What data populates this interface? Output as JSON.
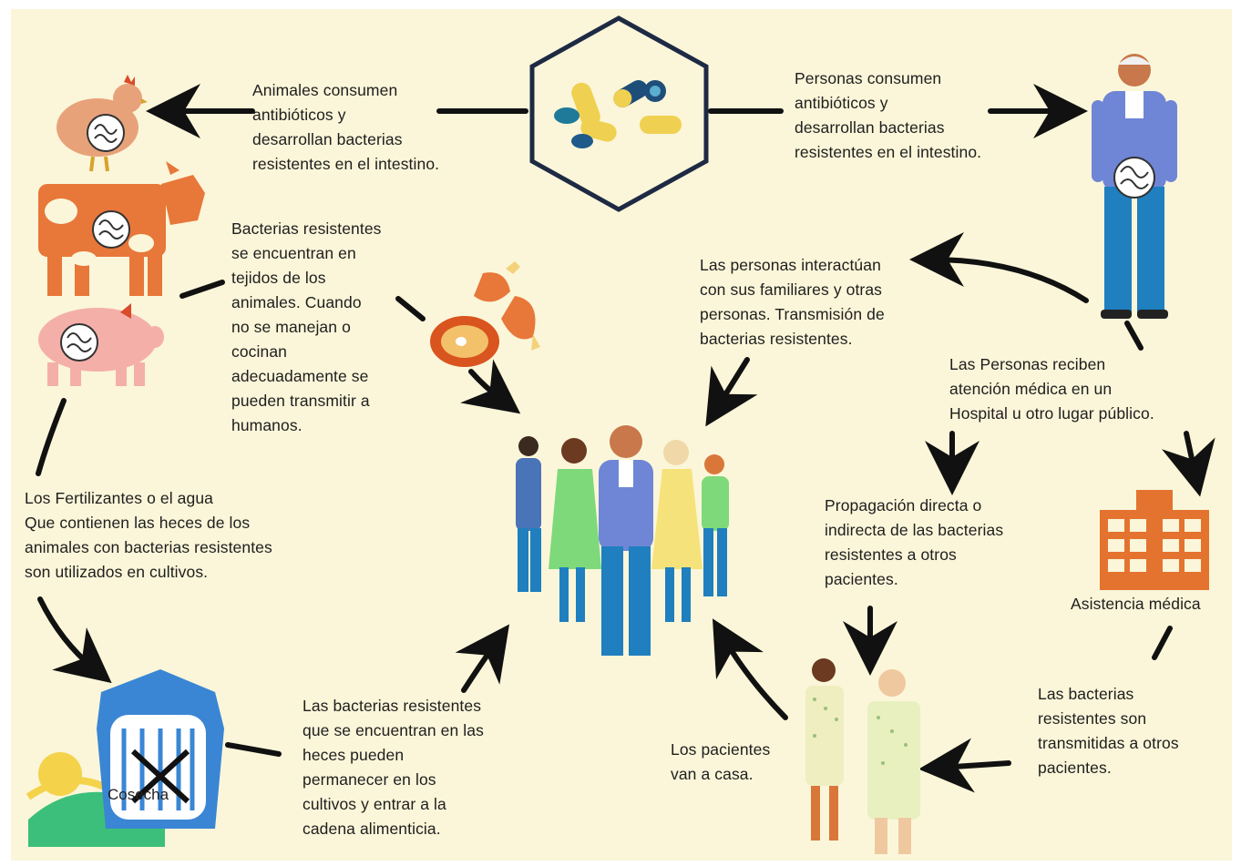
{
  "texts": {
    "animales_consumen": "Animales consumen\nantibióticos  y\ndesarrollan bacterias\nresistentes en el intestino.",
    "personas_consumen": "Personas consumen\nantibióticos y\ndesarrollan bacterias\nresistentes en el intestino.",
    "bacterias_tejidos": "Bacterias resistentes\nse encuentran en\ntejidos de los\nanimales. Cuando\n no se manejan o\ncocinan\nadecuadamente se\npueden transmitir a\nhumanos.",
    "personas_interactuan": "Las personas interactúan\ncon sus familiares y otras\npersonas.  Transmisión de\nbacterias resistentes.",
    "atencion_medica": "Las Personas  reciben\n atención médica en  un\nHospital u otro lugar público.",
    "fertilizantes": "Los Fertilizantes o el  agua\nQue contienen las heces de los\nanimales con bacterias resistentes\nson utilizados en cultivos.",
    "propagacion": "Propagación directa o\nindirecta de las bacterias\nresistentes a otros\npacientes.",
    "asistencia_medica": "Asistencia médica",
    "bacterias_heces": "Las bacterias resistentes\nque se encuentran en las\nheces pueden\npermanecer en los\ncultivos y entrar a la\ncadena alimenticia.",
    "pacientes_casa": "Los pacientes\nvan a casa.",
    "transmitidas": "Las bacterias\nresistentes son\ntransmitidas a otros\npacientes.",
    "cosecha": "Cosecha"
  },
  "icons": {
    "pills": "antibiotic-pills-icon",
    "chicken": "chicken-icon",
    "cow": "cow-icon",
    "pig": "pig-icon",
    "man": "man-icon",
    "meat": "meat-icon",
    "people": "people-group-icon",
    "hospital": "hospital-icon",
    "patients": "patients-icon",
    "farm": "farm-barn-icon"
  },
  "colors": {
    "background": "#fbf6d9",
    "arrow": "#111111",
    "animal_orange": "#e8773a",
    "pig_pink": "#f4b0a8",
    "shirt_blue": "#6f86d6",
    "pants_blue": "#1f7fbf",
    "hospital_orange": "#e4732f",
    "barn_blue": "#3a86d4",
    "field_green": "#3cbf7a"
  }
}
